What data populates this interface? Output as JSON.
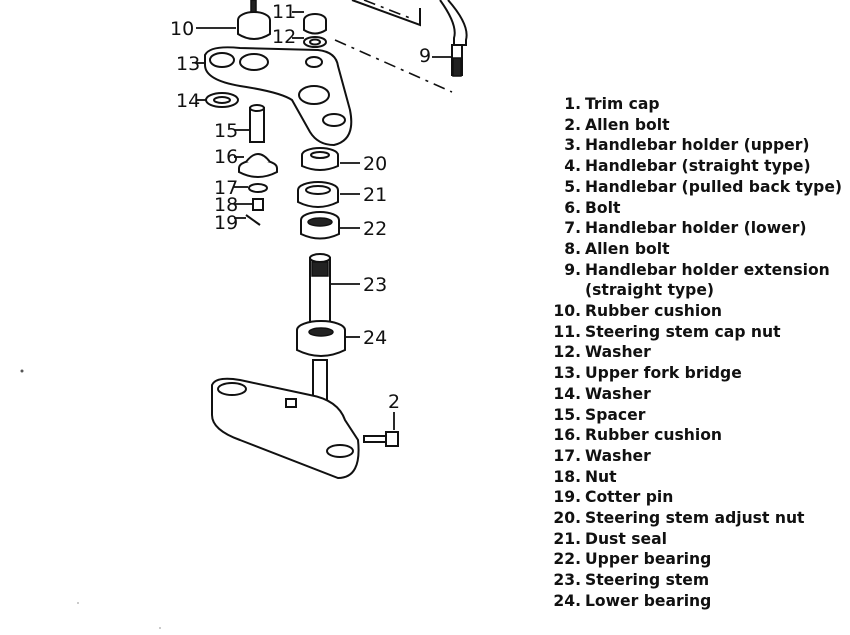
{
  "diagram": {
    "callouts": [
      "2",
      "9",
      "10",
      "11",
      "12",
      "13",
      "14",
      "15",
      "16",
      "17",
      "18",
      "19",
      "20",
      "21",
      "22",
      "23",
      "24"
    ]
  },
  "legend": [
    {
      "num": "1.",
      "text": "Trim cap"
    },
    {
      "num": "2.",
      "text": "Allen bolt"
    },
    {
      "num": "3.",
      "text": "Handlebar holder (upper)"
    },
    {
      "num": "4.",
      "text": "Handlebar (straight type)"
    },
    {
      "num": "5.",
      "text": "Handlebar (pulled back type)"
    },
    {
      "num": "6.",
      "text": "Bolt"
    },
    {
      "num": "7.",
      "text": "Handlebar holder (lower)"
    },
    {
      "num": "8.",
      "text": "Allen bolt"
    },
    {
      "num": "9.",
      "text": "Handlebar holder extension"
    },
    {
      "num": "",
      "text": "(straight type)"
    },
    {
      "num": "10.",
      "text": "Rubber cushion"
    },
    {
      "num": "11.",
      "text": "Steering stem cap nut"
    },
    {
      "num": "12.",
      "text": "Washer"
    },
    {
      "num": "13.",
      "text": "Upper fork bridge"
    },
    {
      "num": "14.",
      "text": "Washer"
    },
    {
      "num": "15.",
      "text": "Spacer"
    },
    {
      "num": "16.",
      "text": "Rubber cushion"
    },
    {
      "num": "17.",
      "text": "Washer"
    },
    {
      "num": "18.",
      "text": "Nut"
    },
    {
      "num": "19.",
      "text": "Cotter pin"
    },
    {
      "num": "20.",
      "text": "Steering stem adjust nut"
    },
    {
      "num": "21.",
      "text": "Dust seal"
    },
    {
      "num": "22.",
      "text": "Upper bearing"
    },
    {
      "num": "23.",
      "text": "Steering stem"
    },
    {
      "num": "24.",
      "text": "Lower bearing"
    }
  ]
}
